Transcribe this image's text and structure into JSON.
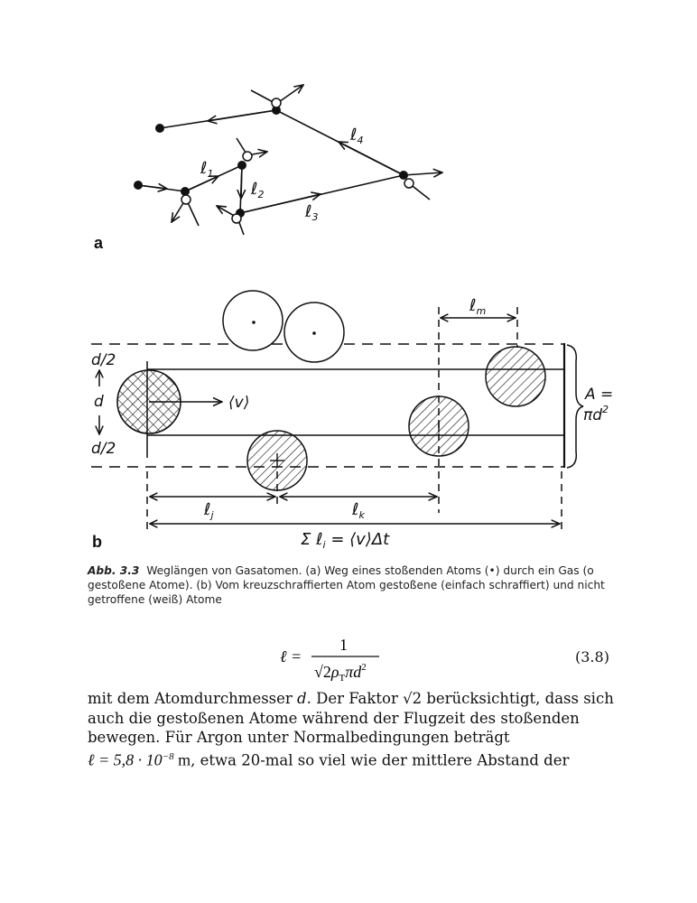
{
  "figure": {
    "panel_a": {
      "letter": "a",
      "labels": {
        "l1": "ℓ",
        "l1_sub": "1",
        "l2": "ℓ",
        "l2_sub": "2",
        "l3": "ℓ",
        "l3_sub": "3",
        "l4": "ℓ",
        "l4_sub": "4"
      }
    },
    "panel_b": {
      "letter": "b",
      "labels": {
        "d_half_top": "d/2",
        "d": "d",
        "d_half_bottom": "d/2",
        "velocity": "⟨v⟩",
        "area": "A =",
        "area2": "πd",
        "area2_sup": "2",
        "lm": "ℓ",
        "lm_sub": "m",
        "lj": "ℓ",
        "lj_sub": "j",
        "lk": "ℓ",
        "lk_sub": "k",
        "sum": "Σ ℓ",
        "sum_sub": "i",
        "sum_rhs": " = ⟨v⟩Δt"
      }
    }
  },
  "caption": {
    "label": "Abb. 3.3",
    "text": "Weglängen von Gasatomen. (a) Weg eines stoßenden Atoms (•) durch ein Gas (o gestoßene Atome). (b) Vom kreuzschraffierten Atom gestoßene (einfach schraffiert) und nicht getroffene (weiß) Atome"
  },
  "equation": {
    "lhs": "ℓ =",
    "numerator": "1",
    "denominator_sqrt": "√2",
    "denominator_rest": "ρ",
    "denominator_sub": "T",
    "denominator_tail": "πd",
    "denominator_sup": "2",
    "number": "(3.8)"
  },
  "body": {
    "line1_pre": "mit dem Atomdurchmesser ",
    "line1_d": "d",
    "line1_post": ". Der Faktor √2 berücksichtigt, dass sich",
    "line2": "auch die gestoßenen Atome während der Flugzeit des stoßenden",
    "line3": "bewegen. Für Argon unter Normalbedingungen beträgt",
    "line4_math": "ℓ = 5,8 · 10",
    "line4_exp": "−8",
    "line4_unit": " m",
    "line4_post": ", etwa 20-mal so viel wie der mittlere Abstand der"
  }
}
